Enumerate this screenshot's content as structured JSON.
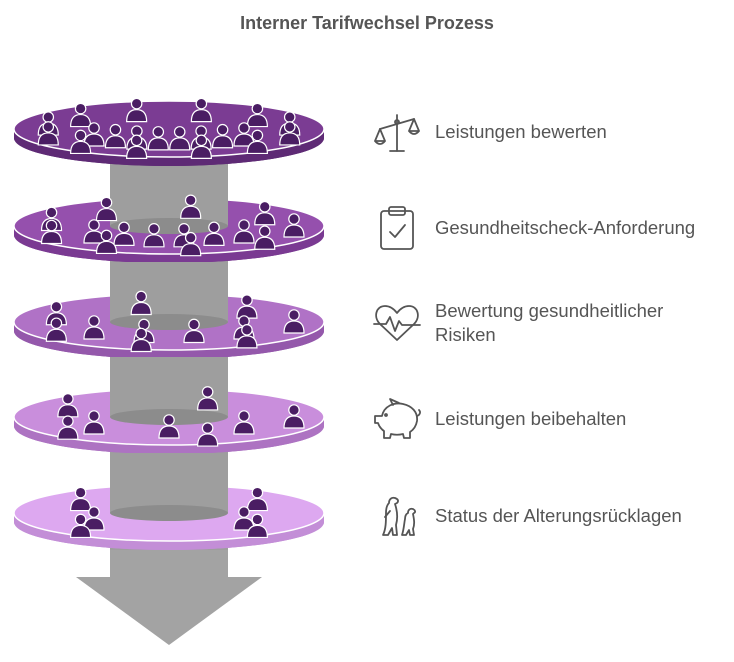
{
  "title": "Interner Tarifwechsel Prozess",
  "colors": {
    "title": "#555555",
    "label": "#555555",
    "icon_stroke": "#555555",
    "column": "#9e9e9e",
    "column_shade": "#8c8c8c",
    "arrow": "#a3a3a3",
    "person": "#4a1d63",
    "person_edge": "#ffffff",
    "disk_tops": [
      "#7b3c93",
      "#9550ad",
      "#b072c6",
      "#c98edc",
      "#dda8f0"
    ],
    "disk_sides": [
      "#5e2a75",
      "#7a3a92",
      "#9458ab",
      "#ad73c2",
      "#c38ed7"
    ]
  },
  "steps": [
    {
      "label": "Leistungen bewerten",
      "icon": "scale-icon",
      "persons": 20
    },
    {
      "label": "Gesundheitscheck-Anforderung",
      "icon": "clipboard-check-icon",
      "persons": 15
    },
    {
      "label": "Bewertung gesundheitlicher Risiken",
      "icon": "heart-pulse-icon",
      "persons": 11
    },
    {
      "label": "Leistungen beibehalten",
      "icon": "piggy-bank-icon",
      "persons": 8
    },
    {
      "label": "Status der Alterungsrücklagen",
      "icon": "meerkats-icon",
      "persons": 6
    }
  ]
}
